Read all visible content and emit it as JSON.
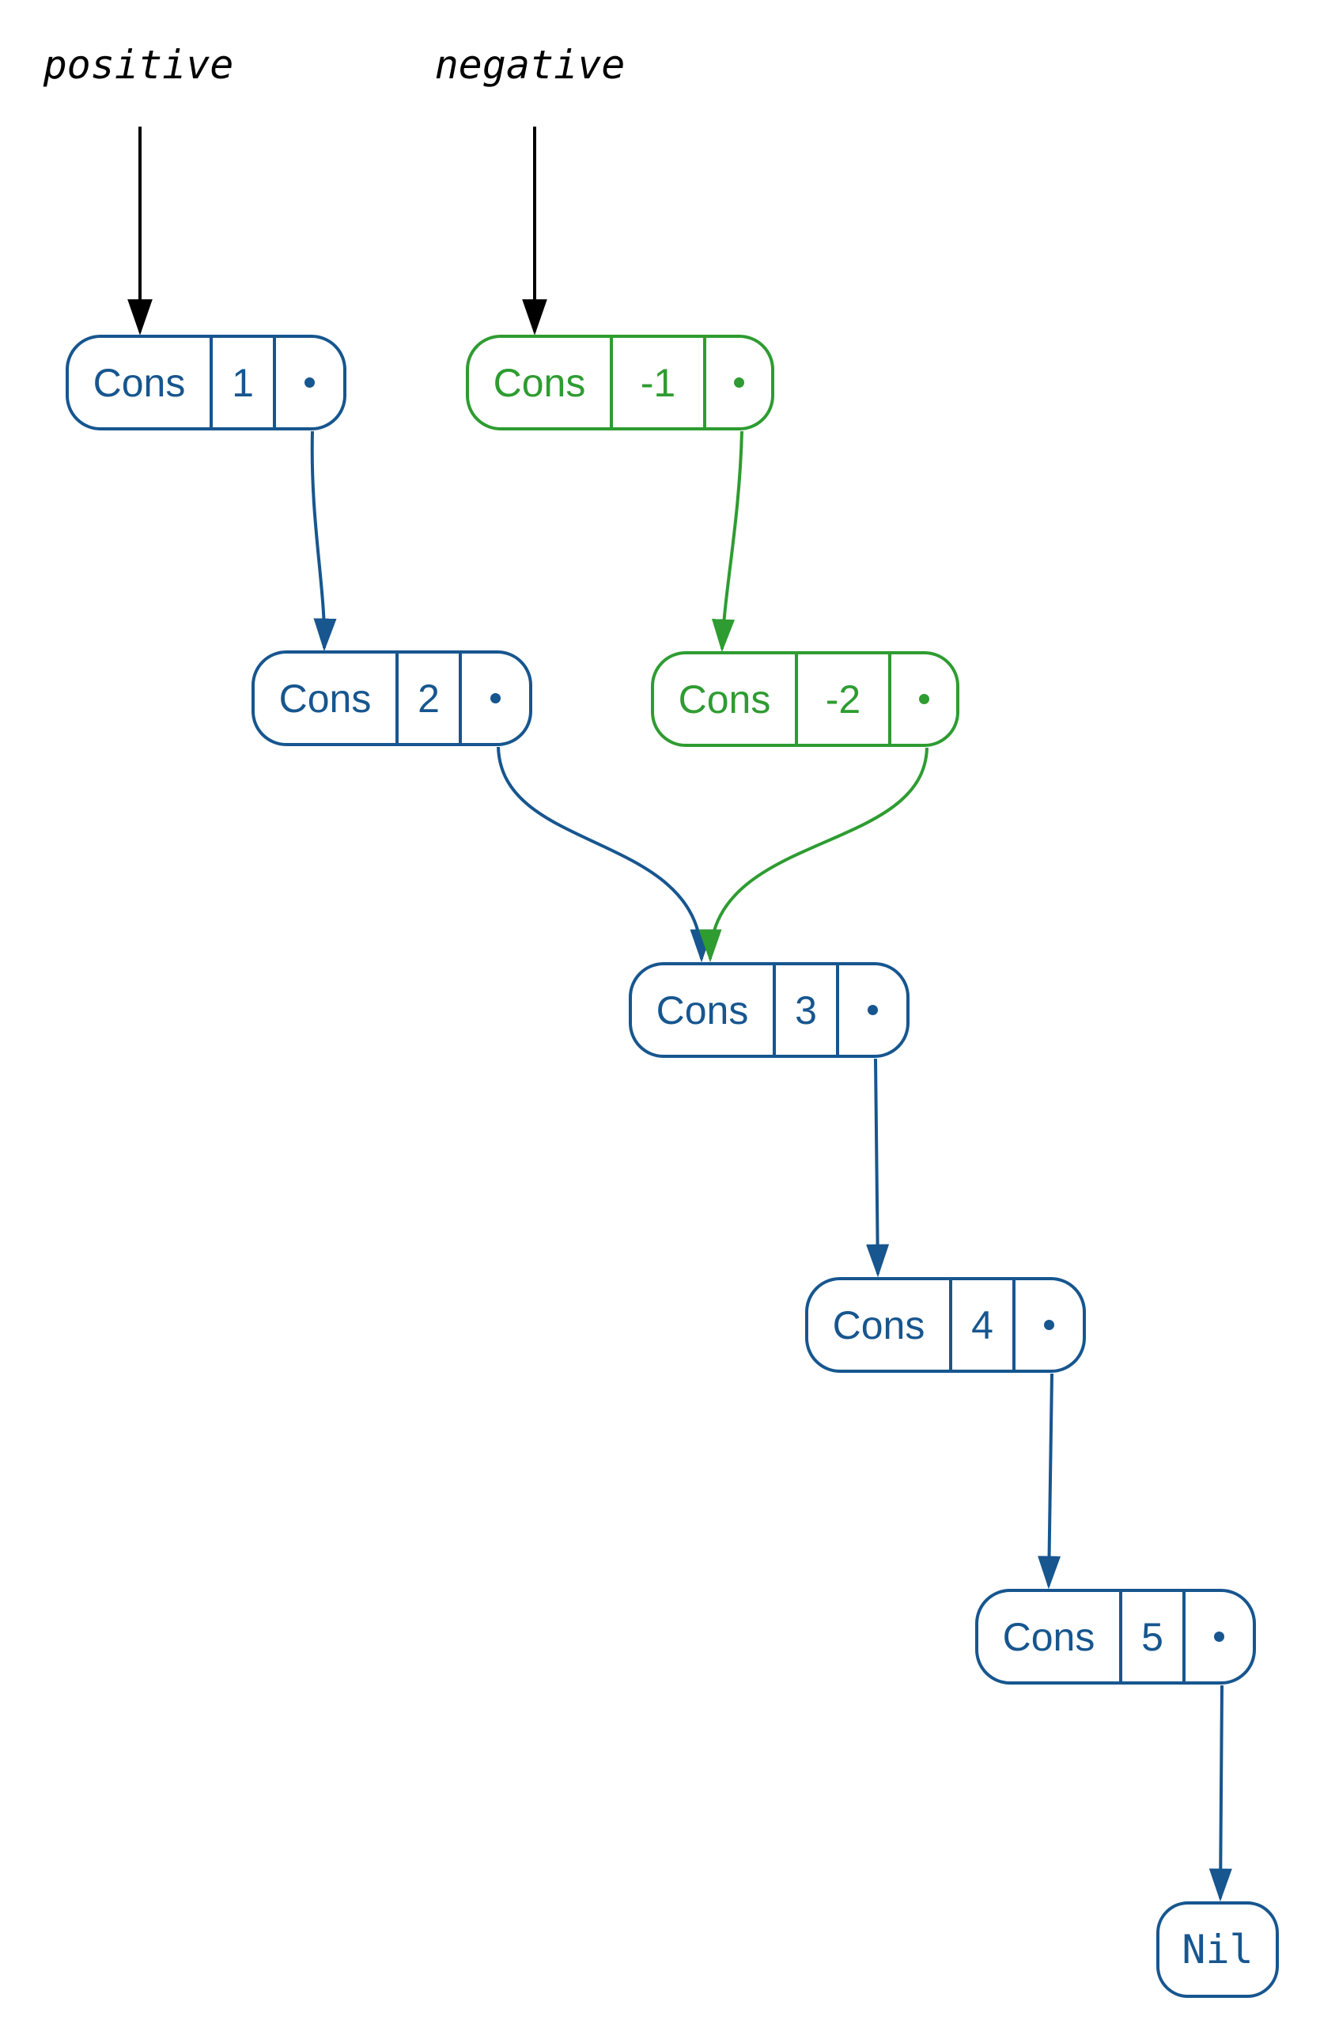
{
  "diagram": {
    "background": "#ffffff",
    "colors": {
      "blue": "#17568f",
      "green": "#2e9c31",
      "black": "#000000"
    },
    "pointer_labels": [
      {
        "id": "positive",
        "text": "positive"
      },
      {
        "id": "negative",
        "text": "negative"
      }
    ],
    "nodes": [
      {
        "id": "pos-1",
        "tag": "Cons",
        "value": "1",
        "color": "blue"
      },
      {
        "id": "neg-1",
        "tag": "Cons",
        "value": "-1",
        "color": "green"
      },
      {
        "id": "pos-2",
        "tag": "Cons",
        "value": "2",
        "color": "blue"
      },
      {
        "id": "neg-2",
        "tag": "Cons",
        "value": "-2",
        "color": "green"
      },
      {
        "id": "shared-3",
        "tag": "Cons",
        "value": "3",
        "color": "blue"
      },
      {
        "id": "shared-4",
        "tag": "Cons",
        "value": "4",
        "color": "blue"
      },
      {
        "id": "shared-5",
        "tag": "Cons",
        "value": "5",
        "color": "blue"
      },
      {
        "id": "nil",
        "tag": "Nil"
      }
    ],
    "edges": [
      {
        "from": "positive-label",
        "to": "pos-1",
        "color": "black"
      },
      {
        "from": "negative-label",
        "to": "neg-1",
        "color": "black"
      },
      {
        "from": "pos-1",
        "to": "pos-2",
        "color": "blue"
      },
      {
        "from": "neg-1",
        "to": "neg-2",
        "color": "green"
      },
      {
        "from": "pos-2",
        "to": "shared-3",
        "color": "blue"
      },
      {
        "from": "neg-2",
        "to": "shared-3",
        "color": "green"
      },
      {
        "from": "shared-3",
        "to": "shared-4",
        "color": "blue"
      },
      {
        "from": "shared-4",
        "to": "shared-5",
        "color": "blue"
      },
      {
        "from": "shared-5",
        "to": "nil",
        "color": "blue"
      }
    ]
  }
}
